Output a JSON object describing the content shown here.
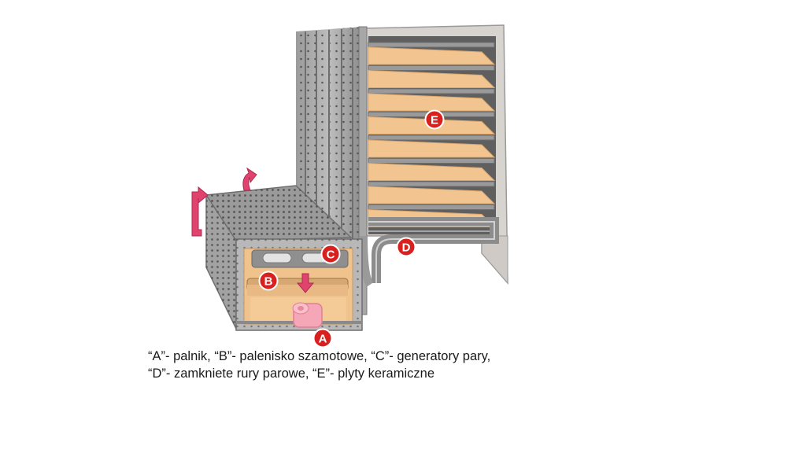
{
  "markers": {
    "a": "A",
    "b": "B",
    "c": "C",
    "d": "D",
    "e": "E"
  },
  "caption": {
    "line1": "“A”- palnik, “B”- palenisko szamotowe, “C”- generatory pary,",
    "line2": "“D”- zamkniete rury parowe, “E”- plyty keramiczne"
  },
  "colors": {
    "frame": "#8f8f8f",
    "frame_light": "#c9c9c9",
    "frame_dark": "#6e6e6e",
    "ceramic_plate": "#f2c48f",
    "marker_fill": "#d8201f",
    "arrow": "#e0436e",
    "burner": "#f6a7b7"
  }
}
